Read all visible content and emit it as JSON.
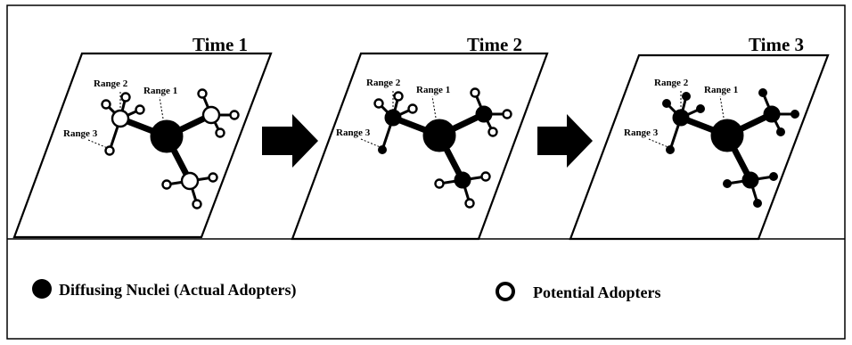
{
  "panels": [
    {
      "title": "Time 1",
      "range_labels": [
        "Range 1",
        "Range 2",
        "Range 3"
      ],
      "adopter_nodes": [
        "center"
      ],
      "potential_nodes": [
        "tl-hub",
        "tl-leaf-a",
        "tl-leaf-b",
        "tl-leaf-c",
        "tl-leaf-d",
        "tr-hub",
        "tr-leaf-a",
        "tr-leaf-b",
        "tr-leaf-c",
        "b-hub",
        "b-leaf-a",
        "b-leaf-b",
        "b-leaf-c"
      ]
    },
    {
      "title": "Time 2",
      "range_labels": [
        "Range 1",
        "Range 2",
        "Range 3"
      ],
      "adopter_nodes": [
        "center",
        "tl-hub",
        "tr-hub",
        "b-hub",
        "tl-leaf-d"
      ],
      "potential_nodes": [
        "tl-leaf-a",
        "tl-leaf-b",
        "tl-leaf-c",
        "tr-leaf-a",
        "tr-leaf-b",
        "tr-leaf-c",
        "b-leaf-a",
        "b-leaf-b",
        "b-leaf-c"
      ]
    },
    {
      "title": "Time 3",
      "range_labels": [
        "Range 1",
        "Range 2",
        "Range 3"
      ],
      "adopter_nodes": [
        "center",
        "tl-hub",
        "tl-leaf-a",
        "tl-leaf-b",
        "tl-leaf-c",
        "tl-leaf-d",
        "tr-hub",
        "tr-leaf-a",
        "tr-leaf-b",
        "tr-leaf-c",
        "b-hub",
        "b-leaf-a",
        "b-leaf-b",
        "b-leaf-c"
      ],
      "potential_nodes": []
    }
  ],
  "legend": {
    "adopters_label": "Diffusing Nuclei (Actual Adopters)",
    "potential_label": "Potential Adopters"
  },
  "colors": {
    "ink": "#000000",
    "paper": "#ffffff"
  }
}
